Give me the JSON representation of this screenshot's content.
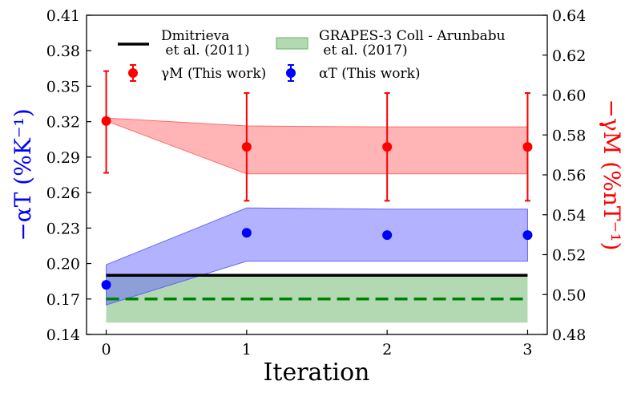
{
  "chart_data": {
    "type": "line",
    "xlabel": "Iteration",
    "ylabel_left": "−αT (%K⁻¹)",
    "ylabel_right": "−γM (%nT⁻¹)",
    "x_ticks": [
      0,
      1,
      2,
      3
    ],
    "xlim": [
      -0.14,
      3.14
    ],
    "ylim_left": [
      0.14,
      0.41
    ],
    "yticks_left": [
      "0.14",
      "0.17",
      "0.20",
      "0.23",
      "0.26",
      "0.29",
      "0.32",
      "0.35",
      "0.38",
      "0.41"
    ],
    "ylim_right": [
      0.48,
      0.64
    ],
    "yticks_right": [
      "0.48",
      "0.50",
      "0.52",
      "0.54",
      "0.56",
      "0.58",
      "0.60",
      "0.62",
      "0.64"
    ],
    "legend": {
      "dmitrieva": "Dmitrieva\n et al. (2011)",
      "grapes": "GRAPES-3 Coll - Arunbabu\n et al. (2017)",
      "gamma": "γM (This work)",
      "alpha": "αT (This work)"
    },
    "series": [
      {
        "name": "γM (This work)",
        "axis": "right",
        "color": "#ff0000",
        "x": [
          0,
          1,
          2,
          3
        ],
        "y": [
          0.587,
          0.574,
          0.574,
          0.574
        ],
        "err_low": [
          0.561,
          0.547,
          0.547,
          0.547
        ],
        "err_high": [
          0.612,
          0.601,
          0.601,
          0.601
        ],
        "band_low": [
          0.587,
          0.5605,
          0.5605,
          0.5605
        ],
        "band_high": [
          0.5885,
          0.5845,
          0.584,
          0.584
        ],
        "band_color": "#ff6b6b"
      },
      {
        "name": "αT (This work)",
        "axis": "left",
        "color": "#0000ff",
        "x": [
          0,
          1,
          2,
          3
        ],
        "y": [
          0.182,
          0.226,
          0.224,
          0.224
        ],
        "band_low": [
          0.165,
          0.202,
          0.202,
          0.202
        ],
        "band_high": [
          0.199,
          0.247,
          0.246,
          0.246
        ],
        "band_color": "#6666ff"
      },
      {
        "name": "Dmitrieva et al. (2011)",
        "axis": "left",
        "color": "#000000",
        "style": "solid",
        "y": 0.19
      },
      {
        "name": "GRAPES-3 Coll - Arunbabu et al. (2017)",
        "axis": "left",
        "color": "#008000",
        "style": "dashed",
        "y": 0.17,
        "band_low": 0.15,
        "band_high": 0.189,
        "band_color": "#66b366"
      }
    ]
  }
}
